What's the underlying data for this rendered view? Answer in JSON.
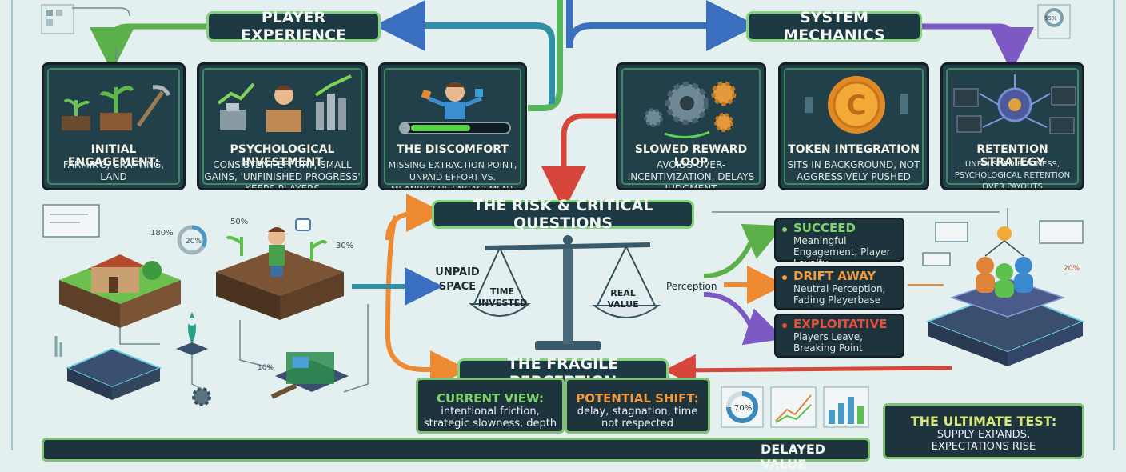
{
  "headers": {
    "player_experience": "PLAYER EXPERIENCE",
    "system_mechanics": "SYSTEM MECHANICS",
    "risk": "THE RISK & CRITICAL QUESTIONS",
    "fragile": "THE FRAGILE PERCEPTION"
  },
  "cards": [
    {
      "title": "INITIAL ENGAGEMENT:",
      "desc": "FARMING, CRAFTING, LAND"
    },
    {
      "title": "PSYCHOLOGICAL INVESTMENT",
      "desc": "CONSISTENT EFFORT, SMALL GAINS, 'UNFINISHED PROGRESS' KEEPS PLAYERS"
    },
    {
      "title": "THE DISCOMFORT",
      "desc": "MISSING EXTRACTION POINT, UNPAID EFFORT VS. MEANINGFUL ENGAGEMENT"
    },
    {
      "title": "SLOWED REWARD LOOP",
      "desc": "AVOIDS OVER-INCENTIVIZATION, DELAYS JUDGMENT"
    },
    {
      "title": "TOKEN INTEGRATION",
      "desc": "SITS IN BACKGROUND, NOT AGGRESSIVELY PUSHED"
    },
    {
      "title": "RETENTION STRATEGY",
      "desc": "UNFINISHED BUSINESS, PSYCHOLOGICAL RETENTION OVER PAYOUTS"
    }
  ],
  "scale": {
    "unpaid_space": "UNPAID SPACE",
    "left_pan": "TIME INVESTED",
    "right_pan": "REAL VALUE",
    "perception": "Perception"
  },
  "outcomes": [
    {
      "label": "SUCCEED",
      "desc": "Meaningful Engagement, Player Loyalty",
      "color": "#7fd36b"
    },
    {
      "label": "DRIFT AWAY",
      "desc": "Neutral Perception, Fading Playerbase",
      "color": "#f29a3e"
    },
    {
      "label": "EXPLOITATIVE",
      "desc": "Players Leave, Breaking Point",
      "color": "#e5503c"
    }
  ],
  "fragile_views": {
    "current_label": "CURRENT VIEW:",
    "current_desc": "intentional friction, strategic slowness, depth",
    "shift_label": "POTENTIAL SHIFT:",
    "shift_desc": "delay, stagnation, time not respected"
  },
  "ultimate": {
    "title": "THE ULTIMATE TEST:",
    "desc1": "SUPPLY EXPANDS,",
    "desc2": "EXPECTATIONS RISE"
  },
  "bottom_bar": {
    "label": "DELAYED VALUE"
  },
  "map_stats": {
    "p1": "180%",
    "p2": "20%",
    "p3": "50%",
    "p4": "30%",
    "p5": "10%",
    "p6": "70%",
    "p7": "55%",
    "p8": "20%"
  },
  "colors": {
    "accent_green": "#84d27a",
    "card_bg": "#214049",
    "blue_arrow": "#3a6fc0",
    "purple_arrow": "#7d59c4"
  }
}
